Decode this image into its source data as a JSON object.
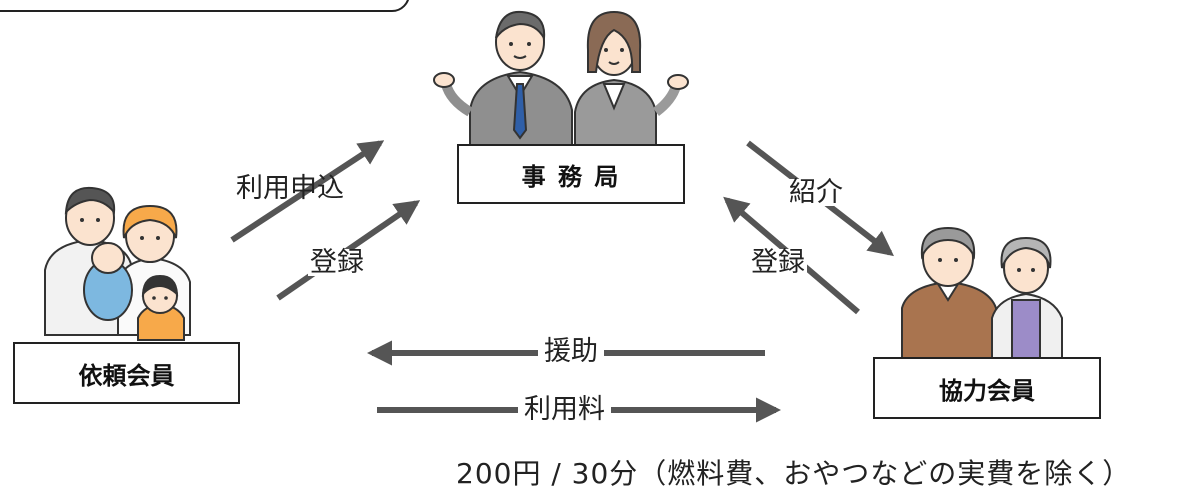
{
  "nodes": {
    "office": "事 務 局",
    "requesting_member": "依頼会員",
    "cooperating_member": "協力会員"
  },
  "flows": {
    "apply": "利用申込",
    "register_left": "登録",
    "introduce": "紹介",
    "register_right": "登録",
    "assistance": "援助",
    "usage_fee": "利用料"
  },
  "fee_note": "200円 / 30分（燃料費、おやつなどの実費を除く）",
  "colors": {
    "arrow": "#555555",
    "border": "#222222",
    "suit": "#8f8f8f",
    "baby": "#7db8e0",
    "child": "#f7a94a",
    "senior_sweater": "#a9744f",
    "senior_cardigan": "#9c8cc8"
  }
}
